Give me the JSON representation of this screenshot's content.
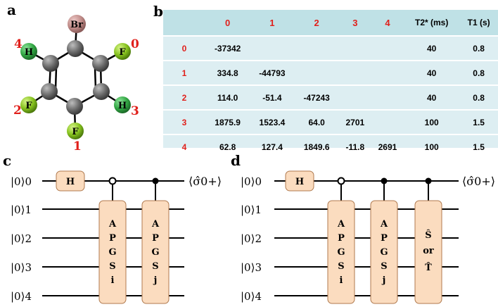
{
  "panels": {
    "a": "a",
    "b": "b",
    "c": "c",
    "d": "d"
  },
  "molecule": {
    "atoms": [
      {
        "symbol": "Br",
        "color": "#c9918f"
      },
      {
        "symbol": "H",
        "color": "#3cb34a"
      },
      {
        "symbol": "F",
        "color": "#7ec123"
      },
      {
        "symbol": "F",
        "color": "#7ec123"
      },
      {
        "symbol": "H",
        "color": "#3cb34a"
      },
      {
        "symbol": "F",
        "color": "#7ec123"
      }
    ],
    "index_labels": [
      "4",
      "0",
      "2",
      "3",
      "1"
    ],
    "index_color": "#e0201b"
  },
  "table": {
    "header": [
      "",
      "0",
      "1",
      "2",
      "3",
      "4",
      "T2* (ms)",
      "T1 (s)"
    ],
    "rows": [
      [
        "0",
        "-37342",
        "",
        "",
        "",
        "",
        "40",
        "0.8"
      ],
      [
        "1",
        "334.8",
        "-44793",
        "",
        "",
        "",
        "40",
        "0.8"
      ],
      [
        "2",
        "114.0",
        "-51.4",
        "-47243",
        "",
        "",
        "40",
        "0.8"
      ],
      [
        "3",
        "1875.9",
        "1523.4",
        "64.0",
        "2701",
        "",
        "100",
        "1.5"
      ],
      [
        "4",
        "62.8",
        "127.4",
        "1849.6",
        "-11.8",
        "2691",
        "100",
        "1.5"
      ]
    ]
  },
  "circuit_c": {
    "qubits": [
      "|0⟩0",
      "|0⟩1",
      "|0⟩2",
      "|0⟩3",
      "|0⟩4"
    ],
    "hadamard": "H",
    "gates": [
      [
        "A",
        "P",
        "G",
        "S",
        "i"
      ],
      [
        "A",
        "P",
        "G",
        "S",
        "j"
      ]
    ],
    "measure": "⟨σ̂0+⟩"
  },
  "circuit_d": {
    "qubits": [
      "|0⟩0",
      "|0⟩1",
      "|0⟩2",
      "|0⟩3",
      "|0⟩4"
    ],
    "hadamard": "H",
    "gates": [
      [
        "A",
        "P",
        "G",
        "S",
        "i"
      ],
      [
        "A",
        "P",
        "G",
        "S",
        "j"
      ],
      [
        "Ŝ",
        "or",
        "T̂"
      ]
    ],
    "measure": "⟨σ̂0+⟩"
  },
  "colors": {
    "gate_fill": "#fbdcbf",
    "gate_stroke": "#b07a4f",
    "red": "#e0201b"
  }
}
